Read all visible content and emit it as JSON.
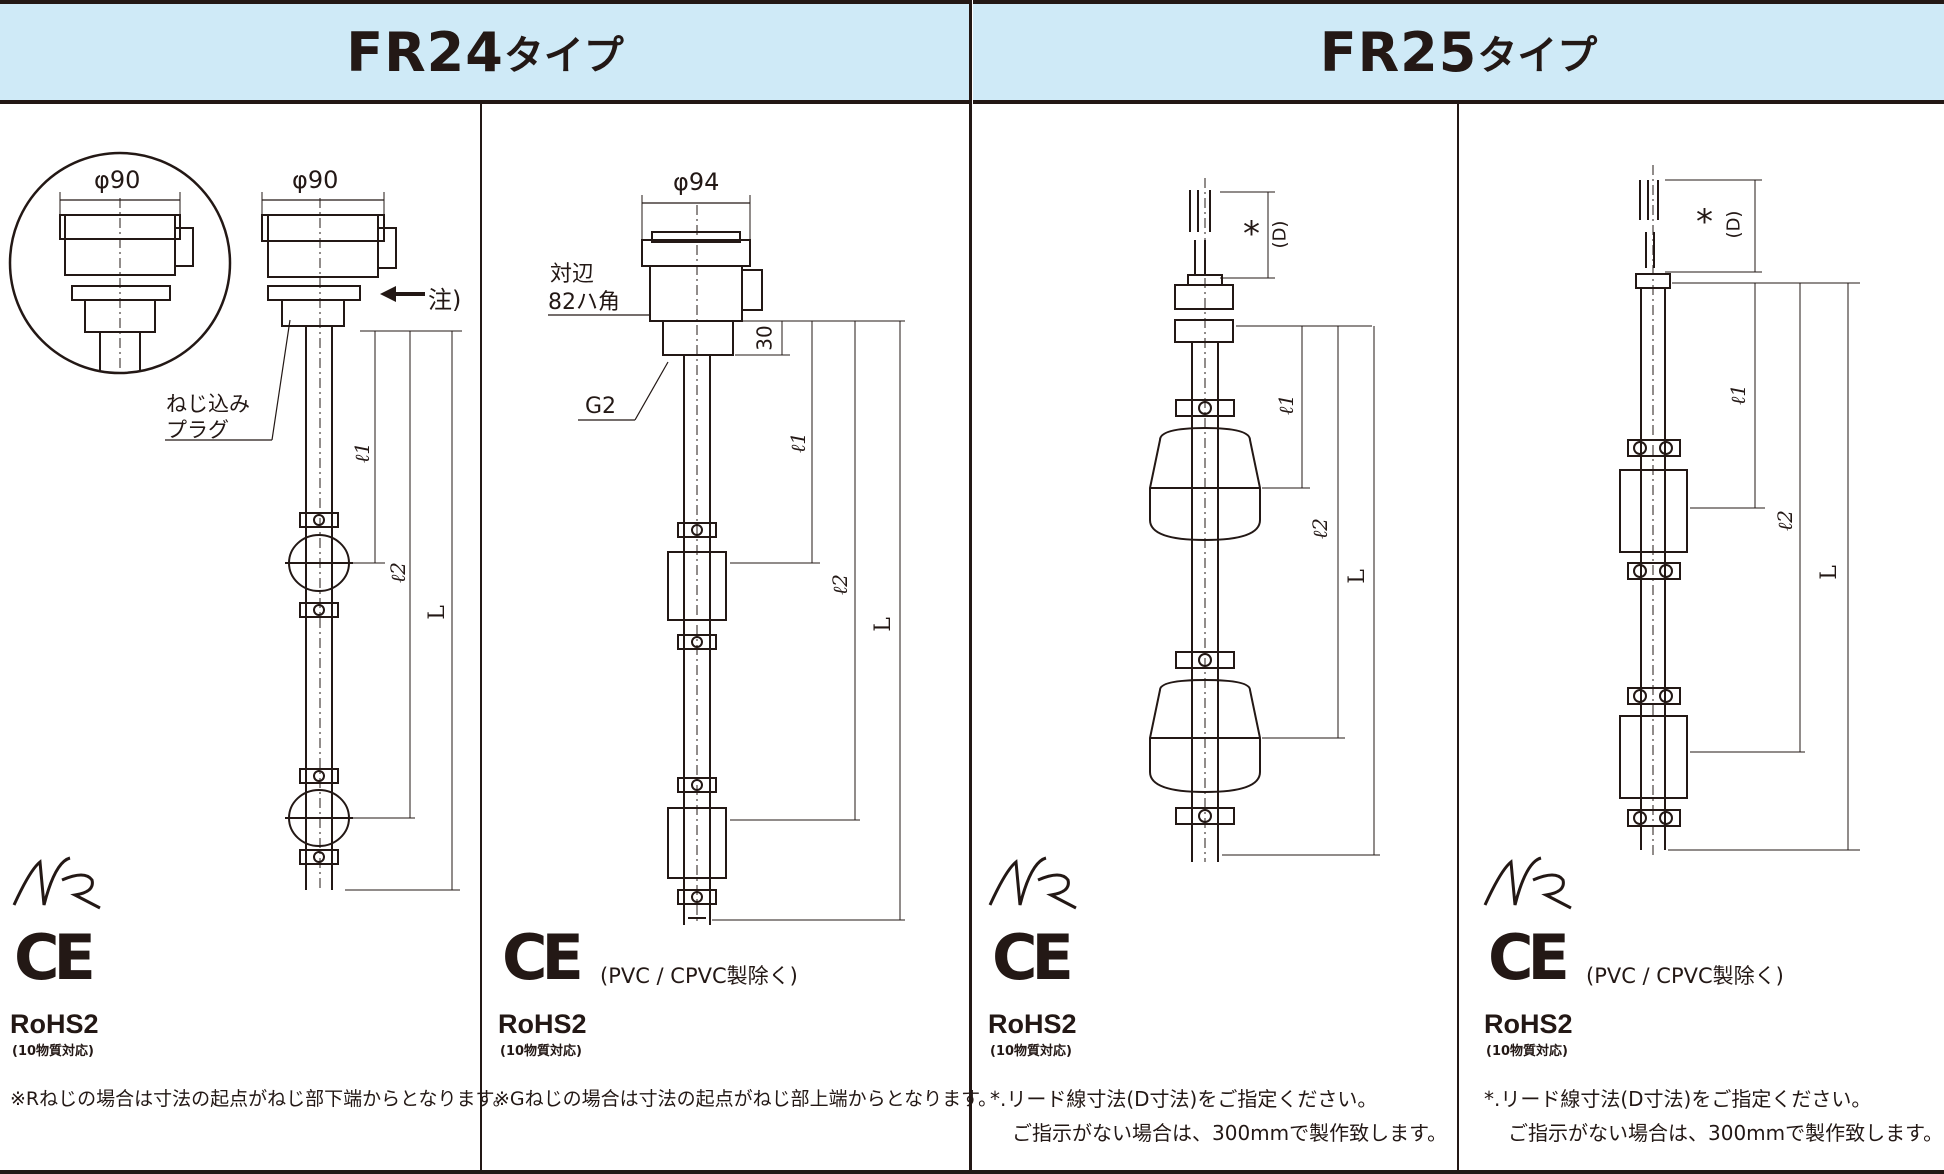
{
  "headers": [
    {
      "model": "FR24",
      "suffix": "タイプ"
    },
    {
      "model": "FR25",
      "suffix": "タイプ"
    }
  ],
  "panels": [
    {
      "dims": {
        "d_inset": "φ90",
        "d_main": "φ90",
        "note_arrow": "注)",
        "plug_1": "ねじ込み",
        "plug_2": "プラグ",
        "l1": "ℓ1",
        "l2": "ℓ2",
        "L": "L"
      },
      "rohs": "RoHS2",
      "rohs_sub": "(10物質対応)",
      "ce": "CE",
      "note_1": "※Rねじの場合は寸法の起点がねじ部下端からとなります。"
    },
    {
      "dims": {
        "d_main": "φ94",
        "hex_1": "対辺",
        "hex_2": "82ハ角",
        "thread": "G2",
        "h30": "30",
        "l1": "ℓ1",
        "l2": "ℓ2",
        "L": "L"
      },
      "ce": "CE",
      "ce_note": "(PVC / CPVC製除く)",
      "rohs": "RoHS2",
      "rohs_sub": "(10物質対応)",
      "note_1": "※Gねじの場合は寸法の起点がねじ部上端からとなります。"
    },
    {
      "dims": {
        "star": "*",
        "D": "(D)",
        "l1": "ℓ1",
        "l2": "ℓ2",
        "L": "L"
      },
      "rohs": "RoHS2",
      "rohs_sub": "(10物質対応)",
      "ce": "CE",
      "note_1": "*.リード線寸法(D寸法)をご指定ください。",
      "note_2": "ご指示がない場合は、300mmで製作致します。"
    },
    {
      "dims": {
        "star": "*",
        "D": "(D)",
        "l1": "ℓ1",
        "l2": "ℓ2",
        "L": "L"
      },
      "ce": "CE",
      "ce_note": "(PVC / CPVC製除く)",
      "rohs": "RoHS2",
      "rohs_sub": "(10物質対応)",
      "note_1": "*.リード線寸法(D寸法)をご指定ください。",
      "note_2": "ご指示がない場合は、300mmで製作致します。"
    }
  ],
  "colors": {
    "header_bg": "#cfeaf7",
    "ink": "#231815"
  }
}
